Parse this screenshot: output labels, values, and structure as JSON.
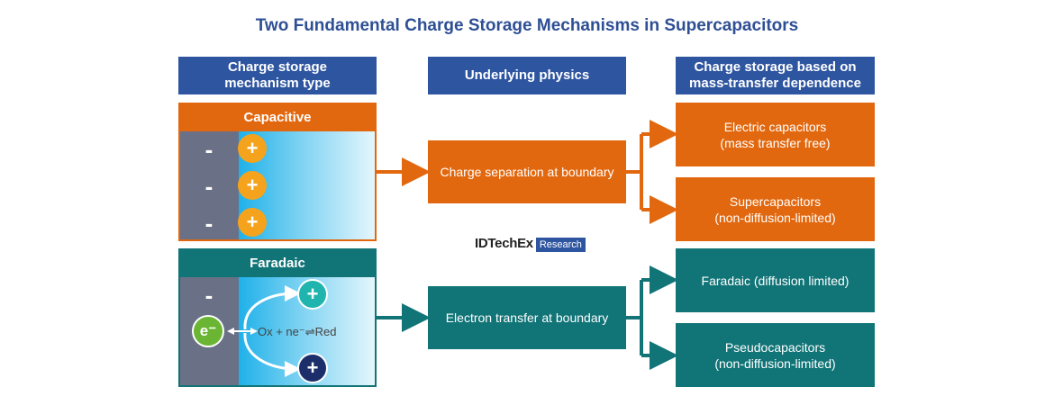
{
  "title": "Two Fundamental Charge Storage Mechanisms in Supercapacitors",
  "headers": {
    "col1": "Charge storage\nmechanism type",
    "col2": "Underlying physics",
    "col3": "Charge storage based on\nmass-transfer dependence"
  },
  "capacitive": {
    "label": "Capacitive",
    "physics": "Charge separation at boundary",
    "outcomes": [
      "Electric capacitors\n(mass transfer free)",
      "Supercapacitors\n(non-diffusion-limited)"
    ],
    "minus_symbol": "-",
    "plus_symbol": "+"
  },
  "faradaic": {
    "label": "Faradaic",
    "physics": "Electron transfer at boundary",
    "outcomes": [
      "Faradaic (diffusion limited)",
      "Pseudocapacitors\n(non-diffusion-limited)"
    ],
    "minus_symbol": "-",
    "plus_symbol": "+",
    "electron": "e⁻",
    "reaction": "Ox + ne⁻⇌Red"
  },
  "logo": {
    "brand": "IDTechEx",
    "research": "Research"
  },
  "colors": {
    "header_blue": "#2e55a0",
    "orange": "#e2680f",
    "teal": "#117477"
  }
}
